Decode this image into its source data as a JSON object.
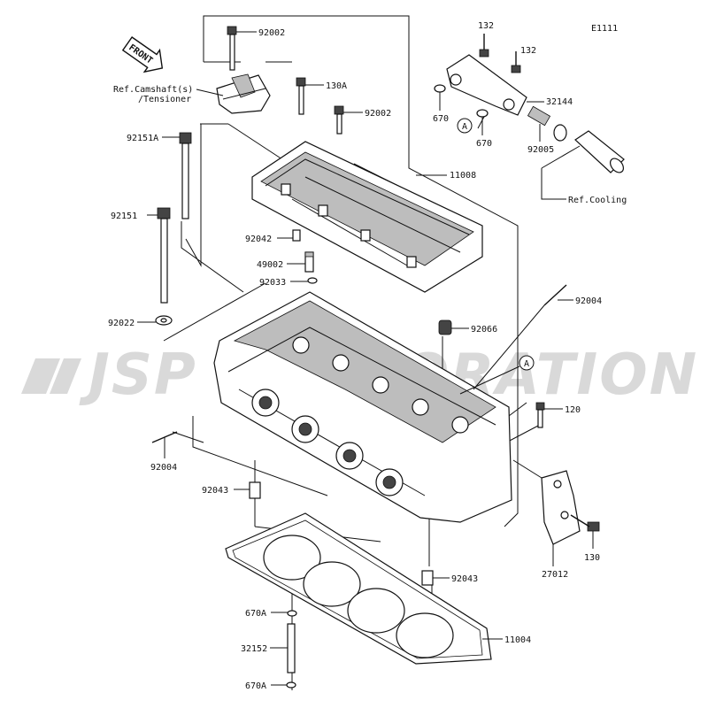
{
  "diagram_code": "E1111",
  "watermark": "JSP CORPORATION",
  "front_label": "FRONT",
  "callouts": {
    "p92002_top": "92002",
    "ref_camshaft_line1": "Ref.Camshaft(s)",
    "ref_camshaft_line2": "/Tensioner",
    "p130A": "130A",
    "p92002_mid": "92002",
    "p92151A": "92151A",
    "p132_a": "132",
    "p132_b": "132",
    "p32144": "32144",
    "p670_a": "670",
    "p670_b": "670",
    "p92005": "92005",
    "ref_cooling": "Ref.Cooling",
    "circle_a_top": "A",
    "p11008": "11008",
    "p92151": "92151",
    "p92042": "92042",
    "p49002": "49002",
    "p92033": "92033",
    "p92022": "92022",
    "p92004_right": "92004",
    "p92066": "92066",
    "circle_a_mid": "A",
    "p120": "120",
    "p92004_left": "92004",
    "p92043_left": "92043",
    "p130": "130",
    "p27012": "27012",
    "p92043_right": "92043",
    "p670A_top": "670A",
    "p32152": "32152",
    "p11004": "11004",
    "p670A_bottom": "670A"
  }
}
